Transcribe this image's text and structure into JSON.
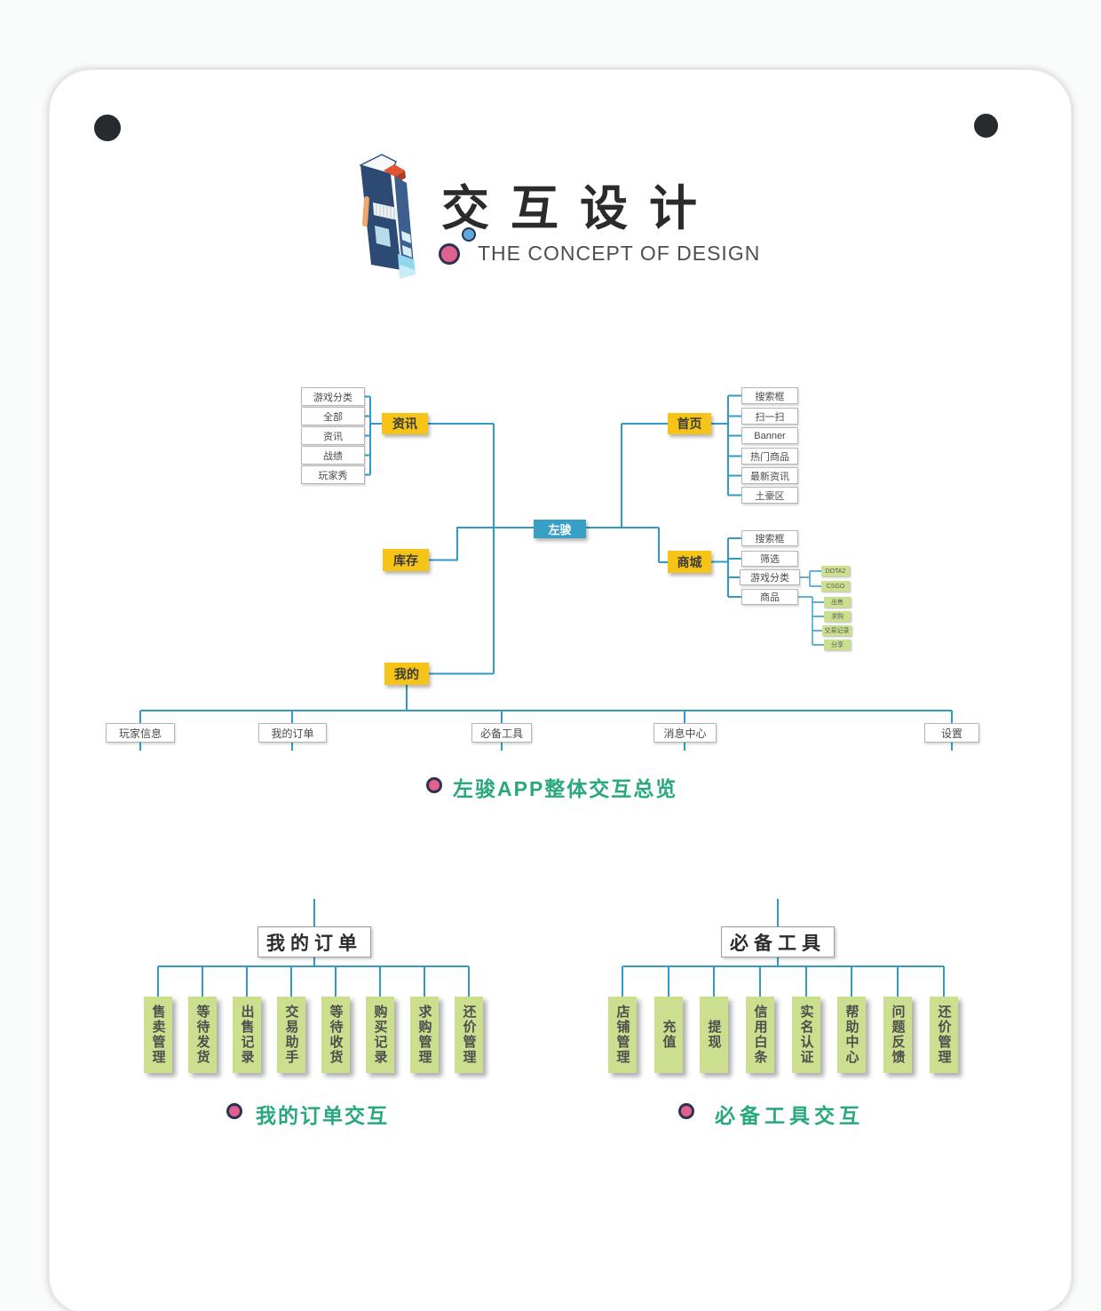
{
  "header": {
    "title": "交互设计",
    "subtitle": "THE CONCEPT OF DESIGN"
  },
  "overview": {
    "caption": "左骏APP整体交互总览",
    "root": "左骏",
    "branches": {
      "news": {
        "label": "资讯",
        "children": [
          "游戏分类",
          "全部",
          "资讯",
          "战绩",
          "玩家秀"
        ]
      },
      "inventory": {
        "label": "库存"
      },
      "home": {
        "label": "首页",
        "children": [
          "搜索框",
          "扫一扫",
          "Banner",
          "热门商品",
          "最新资讯",
          "土豪区"
        ]
      },
      "mall": {
        "label": "商城",
        "children": [
          "搜索框",
          "筛选",
          "游戏分类",
          "商品"
        ],
        "game_types": [
          "DOTA2",
          "CSGO"
        ],
        "goods": [
          "出售",
          "求购",
          "交易记录",
          "分享"
        ]
      },
      "mine": {
        "label": "我的",
        "children": [
          "玩家信息",
          "我的订单",
          "必备工具",
          "消息中心",
          "设置"
        ]
      }
    }
  },
  "orders_tree": {
    "title": "我的订单",
    "caption": "我的订单交互",
    "items": [
      "售卖管理",
      "等待发货",
      "出售记录",
      "交易助手",
      "等待收货",
      "购买记录",
      "求购管理",
      "还价管理"
    ]
  },
  "tools_tree": {
    "title": "必备工具",
    "caption": "必备工具交互",
    "items": [
      "店铺管理",
      "充值",
      "提现",
      "信用白条",
      "实名认证",
      "帮助中心",
      "问题反馈",
      "还价管理"
    ]
  },
  "colors": {
    "branch_yellow": "#F5C417",
    "root_teal": "#38A0C4",
    "leaf_green": "#CCDF8E",
    "line_blue": "#2E9CC6",
    "caption_green": "#29A87D",
    "bullet_pink": "#E0618E",
    "bullet_ring_navy": "#2B3252",
    "logo_navy": "#2D4A75",
    "logo_orange": "#E25433"
  }
}
